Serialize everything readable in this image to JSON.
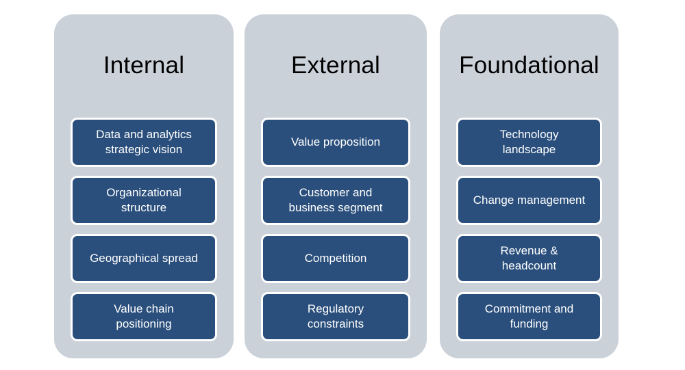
{
  "diagram": {
    "type": "three-column grouping diagram",
    "colors": {
      "page_bg": "#FFFFFF",
      "column_bg": "#CBD1D9",
      "item_bg": "#2A4F7C",
      "item_border": "#FFFFFF",
      "title_text": "#000000",
      "item_text": "#FFFFFF"
    }
  },
  "columns": [
    {
      "title": "Internal",
      "items": [
        "Data and analytics\nstrategic vision",
        "Organizational\nstructure",
        "Geographical spread",
        "Value chain\npositioning"
      ]
    },
    {
      "title": "External",
      "items": [
        "Value proposition",
        "Customer and\nbusiness segment",
        "Competition",
        "Regulatory\nconstraints"
      ]
    },
    {
      "title": "Foundational",
      "items": [
        "Technology\nlandscape",
        "Change management",
        "Revenue &\nheadcount",
        "Commitment and\nfunding"
      ]
    }
  ]
}
